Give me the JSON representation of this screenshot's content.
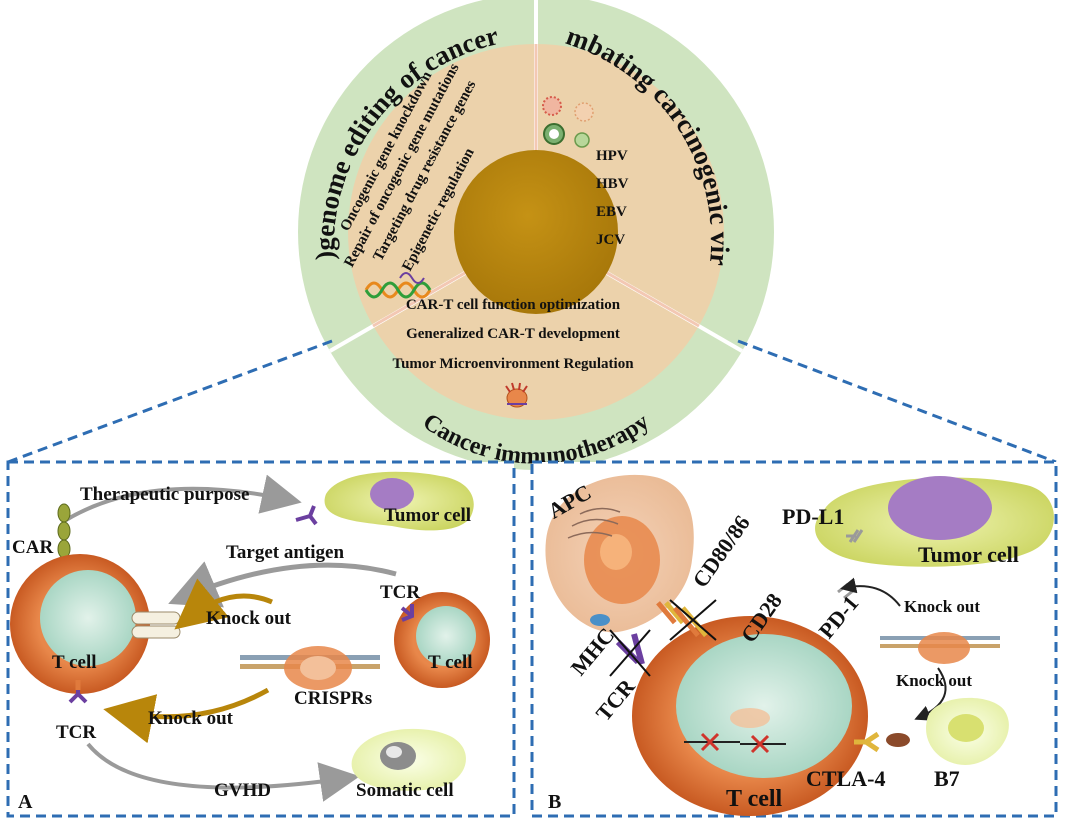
{
  "top": {
    "segments": {
      "epigenome": "(Epi)genome editing of cancer cells",
      "virus": "Combating carcinogenic virus",
      "immuno": "Cancer immunotherapy"
    },
    "epigenome_items": [
      "Oncogenic gene knockdown",
      "Repair of oncogenic gene mutations",
      "Targeting drug resistance genes",
      "Epigenetic regulation"
    ],
    "virus_items": [
      "HPV",
      "HBV",
      "EBV",
      "JCV"
    ],
    "immuno_items": [
      "CAR-T cell function optimization",
      "Generalized CAR-T development",
      "Tumor Microenvironment Regulation"
    ]
  },
  "panel_a": {
    "letter": "A",
    "therapeutic_purpose": "Therapeutic purpose",
    "tumor_cell": "Tumor cell",
    "car": "CAR",
    "target_antigen": "Target antigen",
    "tcr_right": "TCR",
    "knock_out_top": "Knock out",
    "t_cell_left": "T cell",
    "t_cell_right": "T cell",
    "crisprs": "CRISPRs",
    "knock_out_bottom": "Knock out",
    "tcr_left": "TCR",
    "gvhd": "GVHD",
    "somatic_cell": "Somatic cell"
  },
  "panel_b": {
    "letter": "B",
    "apc": "APC",
    "cd80_86": "CD80/86",
    "pd_l1": "PD-L1",
    "tumor_cell": "Tumor cell",
    "cd28": "CD28",
    "pd_1": "PD-1",
    "knock_out_top": "Knock out",
    "mhc": "MHC",
    "tcr": "TCR",
    "knock_out_bottom": "Knock out",
    "ctla_4": "CTLA-4",
    "b7": "B7",
    "t_cell": "T cell"
  },
  "colors": {
    "outer_ring": "#cfe4c0",
    "inner_disk": "#ecd2ab",
    "center": "#b8860b",
    "dash_blue": "#2e6db3",
    "t_cell_body": "#e07a3c",
    "nucleus": "#c8e6d8",
    "tumor": "#d9e38a",
    "arrow_gray": "#9a9a9a",
    "arrow_gold": "#b8860b"
  }
}
